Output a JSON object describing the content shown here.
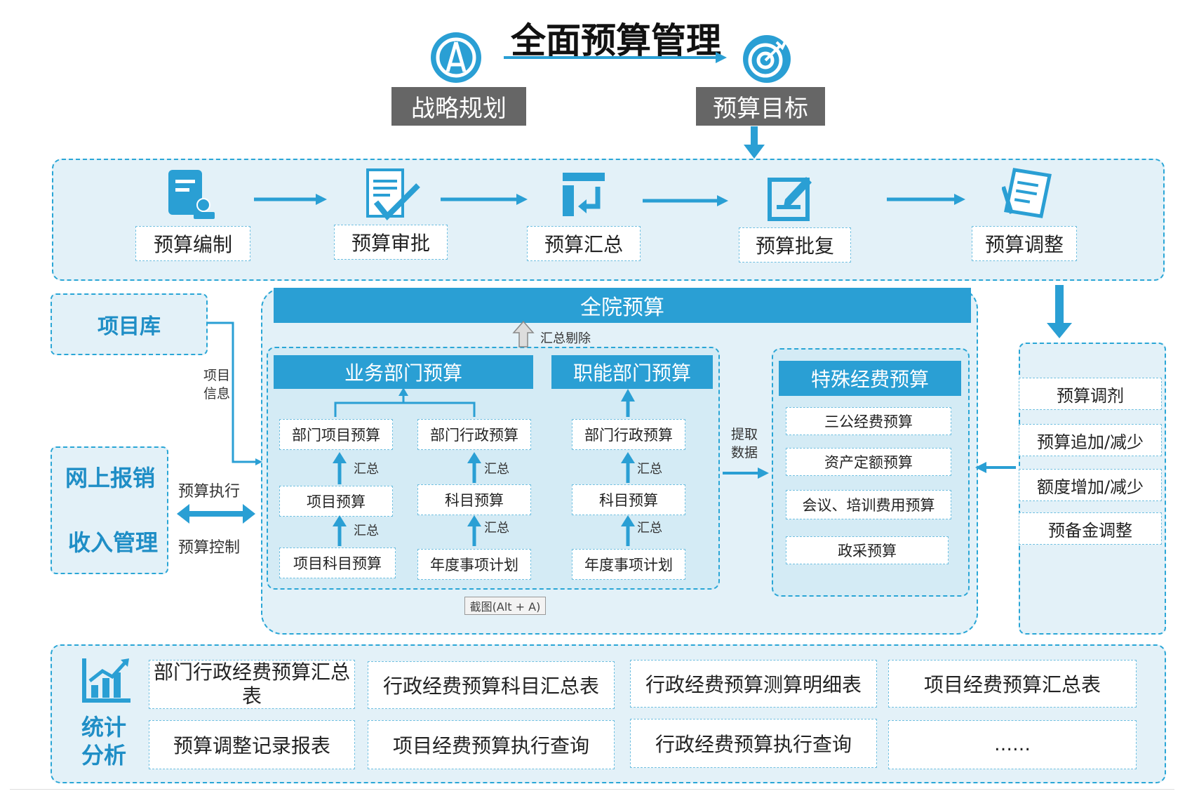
{
  "title": "全面预算管理",
  "top": {
    "left_label": "战略规划",
    "right_label": "预算目标"
  },
  "process": [
    "预算编制",
    "预算审批",
    "预算汇总",
    "预算批复",
    "预算调整"
  ],
  "left": {
    "project_lib": "项目库",
    "project_info": "项目\n信息",
    "online": "网上报销",
    "income": "收入管理",
    "exec": "预算执行",
    "control": "预算控制"
  },
  "center": {
    "hospital": "全院预算",
    "aggregate_removal": "汇总剔除",
    "business": {
      "title": "业务部门预算",
      "col1": [
        "部门项目预算",
        "项目预算",
        "项目科目预算"
      ],
      "col2": [
        "部门行政预算",
        "科目预算",
        "年度事项计划"
      ]
    },
    "functional": {
      "title": "职能部门预算",
      "col": [
        "部门行政预算",
        "科目预算",
        "年度事项计划"
      ]
    },
    "sum": "汇总",
    "extract": "提取\n数据",
    "screenshot": "截图(Alt + A)",
    "special": {
      "title": "特殊经费预算",
      "items": [
        "三公经费预算",
        "资产定额预算",
        "会议、培训费用预算",
        "政采预算"
      ]
    }
  },
  "adjust": [
    "预算调剂",
    "预算追加/减少",
    "额度增加/减少",
    "预备金调整"
  ],
  "stats": {
    "label": "统计\n分析",
    "reports": [
      "部门行政经费预算汇总表",
      "行政经费预算科目汇总表",
      "行政经费预算测算明细表",
      "项目经费预算汇总表",
      "预算调整记录报表",
      "项目经费预算执行查询",
      "行政经费预算执行查询",
      "……"
    ]
  },
  "colors": {
    "accent": "#2a9fd4",
    "panel": "#e3f1f8",
    "gray": "#666666"
  }
}
